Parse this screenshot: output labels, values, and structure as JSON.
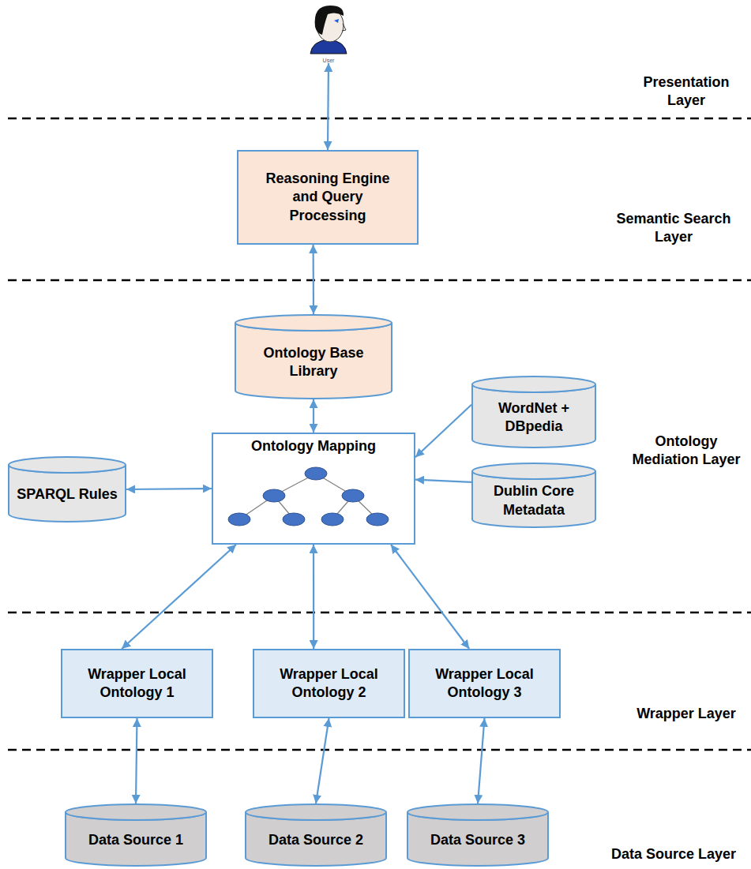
{
  "diagram": {
    "nodes": [
      {
        "text": [
          "User"
        ]
      },
      {
        "text": [
          "Reasoning Engine and Query Processing"
        ]
      },
      {
        "text": [
          "Ontology Base Library"
        ]
      },
      {
        "text": [
          "SPARQL Rules"
        ]
      },
      {
        "text": [
          "Ontology Mapping"
        ]
      },
      {
        "text": [
          "WordNet + DBpedia"
        ]
      },
      {
        "text": [
          "Dublin Core Metadata"
        ]
      },
      {
        "text": [
          "Wrapper Local Ontology 1"
        ]
      },
      {
        "text": [
          "Wrapper Local Ontology 2"
        ]
      },
      {
        "text": [
          "Wrapper Local Ontology 3"
        ]
      },
      {
        "text": [
          "Data Source 1"
        ]
      },
      {
        "text": [
          "Data Source 2"
        ]
      },
      {
        "text": [
          "Data Source 3"
        ]
      }
    ],
    "edges": [
      {
        "from": 0,
        "to": 1,
        "arrow": "both"
      },
      {
        "from": 1,
        "to": 2,
        "arrow": "both"
      },
      {
        "from": 2,
        "to": 4,
        "arrow": "both"
      },
      {
        "from": 3,
        "to": 4,
        "arrow": "both"
      },
      {
        "from": 5,
        "to": 4,
        "arrow": "to"
      },
      {
        "from": 6,
        "to": 4,
        "arrow": "to"
      },
      {
        "from": 4,
        "to": 7,
        "arrow": "both"
      },
      {
        "from": 4,
        "to": 8,
        "arrow": "both"
      },
      {
        "from": 4,
        "to": 9,
        "arrow": "both"
      },
      {
        "from": 7,
        "to": 10,
        "arrow": "both"
      },
      {
        "from": 8,
        "to": 11,
        "arrow": "both"
      },
      {
        "from": 9,
        "to": 12,
        "arrow": "both"
      }
    ],
    "labels": [
      "Presentation Layer",
      "Semantic Search Layer",
      "Ontology Mediation Layer",
      "Wrapper Layer",
      "Data Source Layer"
    ]
  }
}
